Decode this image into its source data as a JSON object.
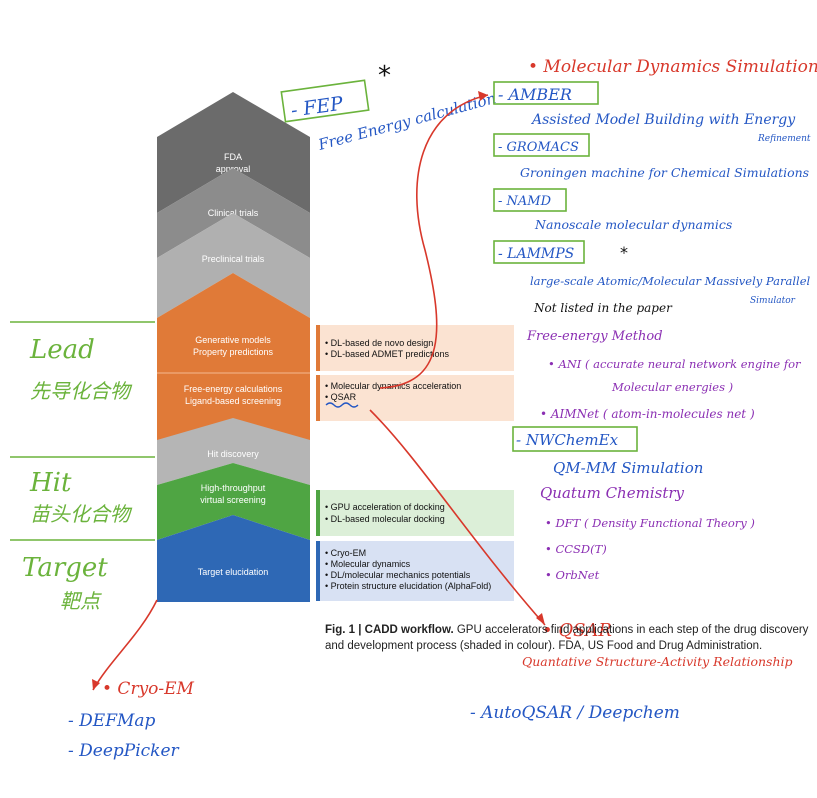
{
  "pipeline": {
    "stages": [
      {
        "id": "fda",
        "label_lines": [
          "FDA",
          "approval"
        ],
        "fill": "#6b6b6b"
      },
      {
        "id": "clinical",
        "label_lines": [
          "Clinical trials"
        ],
        "fill": "#8c8c8c"
      },
      {
        "id": "preclinical",
        "label_lines": [
          "Preclinical trials"
        ],
        "fill": "#b0b0b0"
      },
      {
        "id": "lead-1",
        "label_lines": [
          "Generative models",
          "Property predictions"
        ],
        "fill": "#e07a38"
      },
      {
        "id": "lead-2",
        "label_lines": [
          "Free-energy calculations",
          "Ligand-based screening"
        ],
        "fill": "#e07a38"
      },
      {
        "id": "hit",
        "label_lines": [
          "Hit discovery"
        ],
        "fill": "#b5b5b5"
      },
      {
        "id": "vs",
        "label_lines": [
          "High-throughput",
          "virtual screening"
        ],
        "fill": "#4fa543"
      },
      {
        "id": "target",
        "label_lines": [
          "Target elucidation"
        ],
        "fill": "#2e68b5"
      }
    ]
  },
  "gpu_boxes": [
    {
      "id": "orange-1",
      "items": [
        "DL-based de novo design",
        "DL-based ADMET predictions"
      ],
      "bar": "#e07a38",
      "bg": "#fbe3d2"
    },
    {
      "id": "orange-2",
      "items": [
        "Molecular dynamics acceleration",
        "QSAR"
      ],
      "bar": "#e07a38",
      "bg": "#fbe3d2"
    },
    {
      "id": "green",
      "items": [
        "GPU acceleration of docking",
        "DL-based molecular docking"
      ],
      "bar": "#4fa543",
      "bg": "#dcefd8"
    },
    {
      "id": "blue",
      "items": [
        "Cryo-EM",
        "Molecular dynamics",
        "DL/molecular mechanics potentials",
        "Protein structure elucidation (AlphaFold)"
      ],
      "bar": "#2e68b5",
      "bg": "#d8e1f3"
    }
  ],
  "caption": {
    "label": "Fig. 1 | CADD workflow.",
    "text": " GPU accelerators find applications in each step of the drug discovery and development process (shaded in colour). FDA, US Food and Drug Administration."
  },
  "annotations": {
    "colors": {
      "red": "#d8382b",
      "blue": "#2457c4",
      "purple": "#8b2fb3",
      "green": "#6bb33c",
      "black": "#111111"
    },
    "left_lead": "Lead",
    "left_lead_cn": "先导化合物",
    "left_hit": "Hit",
    "left_hit_cn": "苗头化合物",
    "left_target": "Target",
    "left_target_cn": "靶点",
    "fep_box": "- FEP",
    "fep_star": "*",
    "fep_sub": "Free Energy calculation",
    "md_title": "• Molecular Dynamics Simulation",
    "amber": "- AMBER",
    "amber_desc": "Assisted Model Building with Energy",
    "amber_desc2": "Refinement",
    "gromacs": "- GROMACS",
    "gromacs_desc": "Groningen machine for Chemical Simulations",
    "namd": "- NAMD",
    "namd_desc": "Nanoscale molecular dynamics",
    "lammps": "- LAMMPS",
    "lammps_star": "*",
    "lammps_desc": "large-scale Atomic/Molecular Massively Parallel",
    "lammps_desc2": "Simulator",
    "not_listed": "Not listed in the paper",
    "free_energy": "Free-energy Method",
    "ani": "• ANI ( accurate neural network engine for",
    "ani2": "Molecular energies )",
    "aimnet": "• AIMNet ( atom-in-molecules net )",
    "nwchem": "- NWChemEx",
    "qmmm": "QM-MM Simulation",
    "quantum": "Quatum Chemistry",
    "dft": "• DFT ( Density Functional Theory )",
    "ccsd": "• CCSD(T)",
    "orbnet": "• OrbNet",
    "qsar": "• QSAR",
    "qsar_desc": "Quantative Structure-Activity Relationship",
    "autoqsar": "- AutoQSAR / Deepchem",
    "cryo": "• Cryo-EM",
    "defmap": "- DEFMap",
    "deeppicker": "- DeepPicker"
  }
}
